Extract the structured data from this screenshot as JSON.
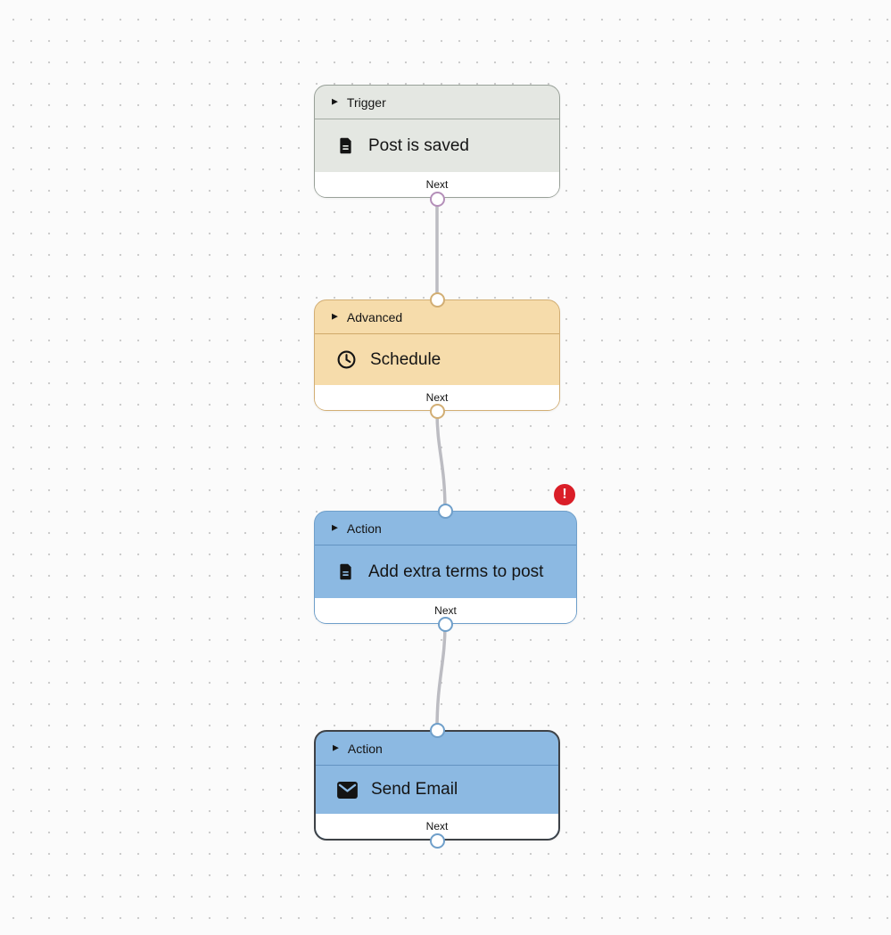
{
  "canvas": {
    "background": "#fbfbfb",
    "dot_color": "#c9c9c9",
    "edge_color": "#bcbcc2"
  },
  "nodes": [
    {
      "id": "trigger",
      "category_label": "Trigger",
      "title": "Post is saved",
      "icon": "document-icon",
      "footer_label": "Next",
      "collapse_glyph": "▶",
      "has_error": false,
      "selected": false,
      "colors": {
        "background": "#e4e7e2",
        "border": "#99a199",
        "port": "#b48fb9"
      }
    },
    {
      "id": "advanced",
      "category_label": "Advanced",
      "title": "Schedule",
      "icon": "clock-icon",
      "footer_label": "Next",
      "collapse_glyph": "▶",
      "has_error": false,
      "selected": false,
      "colors": {
        "background": "#f6dcab",
        "border": "#d2ae74",
        "port": "#d2ae74"
      }
    },
    {
      "id": "action-add-terms",
      "category_label": "Action",
      "title": "Add extra terms to post",
      "icon": "document-icon",
      "footer_label": "Next",
      "collapse_glyph": "▶",
      "has_error": true,
      "selected": false,
      "colors": {
        "background": "#8cb9e2",
        "border": "#6f9fca",
        "port": "#6f9fca"
      }
    },
    {
      "id": "action-send-email",
      "category_label": "Action",
      "title": "Send Email",
      "icon": "envelope-icon",
      "footer_label": "Next",
      "collapse_glyph": "▶",
      "has_error": false,
      "selected": true,
      "colors": {
        "background": "#8cb9e2",
        "border": "#3e4247",
        "port": "#6f9fca"
      }
    }
  ],
  "connections": [
    {
      "from": "trigger",
      "to": "advanced"
    },
    {
      "from": "advanced",
      "to": "action-add-terms"
    },
    {
      "from": "action-add-terms",
      "to": "action-send-email"
    }
  ],
  "error_badge": {
    "symbol": "!",
    "color": "#da1e28"
  }
}
